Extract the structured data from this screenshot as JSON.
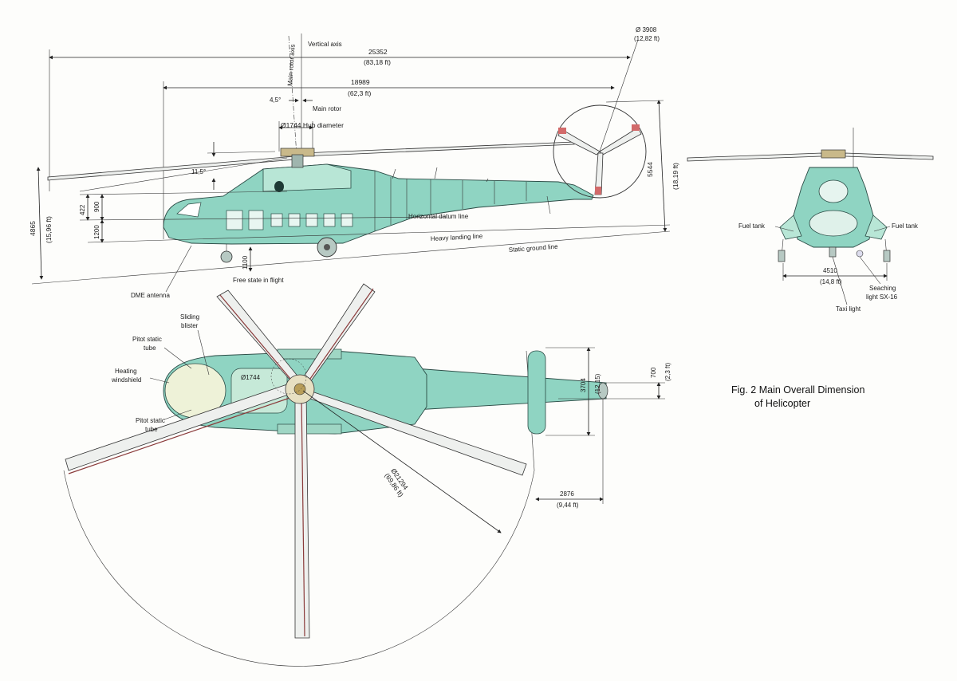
{
  "caption": {
    "line1": "Fig. 2 Main Overall Dimension",
    "line2": "of Helicopter"
  },
  "side_view": {
    "vertical_axis": "Vertical axis",
    "main_rotor_axis": "Main rotor axis",
    "overall_length": "25352",
    "overall_length_ft": "(83,18 ft)",
    "fuselage_length": "18989",
    "fuselage_length_ft": "(62,3 ft)",
    "rotor_tilt": "4,5°",
    "main_rotor": "Main rotor",
    "hub_diameter": "Ø1744 Hub diameter",
    "blade_angle": "11,5°",
    "tail_rotor_dia": "Ø 3908",
    "tail_rotor_dia_ft": "(12,82 ft)",
    "height_tail": "5544",
    "height_tail_ft": "(18,19 ft)",
    "height_total": "4865",
    "height_total_ft": "(15,96 ft)",
    "dim_422": "422",
    "dim_900": "900",
    "dim_1200": "1200",
    "dim_1100": "1100",
    "horizontal_datum": "Horizontal datum line",
    "heavy_landing": "Heavy landing line",
    "static_ground": "Static ground line",
    "free_state": "Free state in flight",
    "dme_antenna": "DME antenna"
  },
  "front_view": {
    "fuel_tank_left": "Fuel tank",
    "fuel_tank_right": "Fuel tank",
    "track_width": "4510",
    "track_width_ft": "(14,8 ft)",
    "searching_light": "Seaching",
    "searching_light2": "light SX-16",
    "taxi_light": "Taxi light"
  },
  "top_view": {
    "sliding_blister": "Sliding",
    "sliding_blister2": "blister",
    "pitot_top": "Pitot static",
    "pitot_top2": "tube",
    "heating_windshield": "Heating",
    "heating_windshield2": "windshield",
    "pitot_bottom": "Pitot static",
    "pitot_bottom2": "tube",
    "hub_dia": "Ø1744",
    "rotor_dia": "Ø21294",
    "rotor_dia_ft": "(69,86 ft)",
    "stab_span": "3704",
    "stab_span_ft": "(12,15)",
    "tail_offset": "700",
    "tail_offset_ft": "(2,3 ft)",
    "tail_dim": "2876",
    "tail_dim_ft": "(9,44 ft)"
  }
}
